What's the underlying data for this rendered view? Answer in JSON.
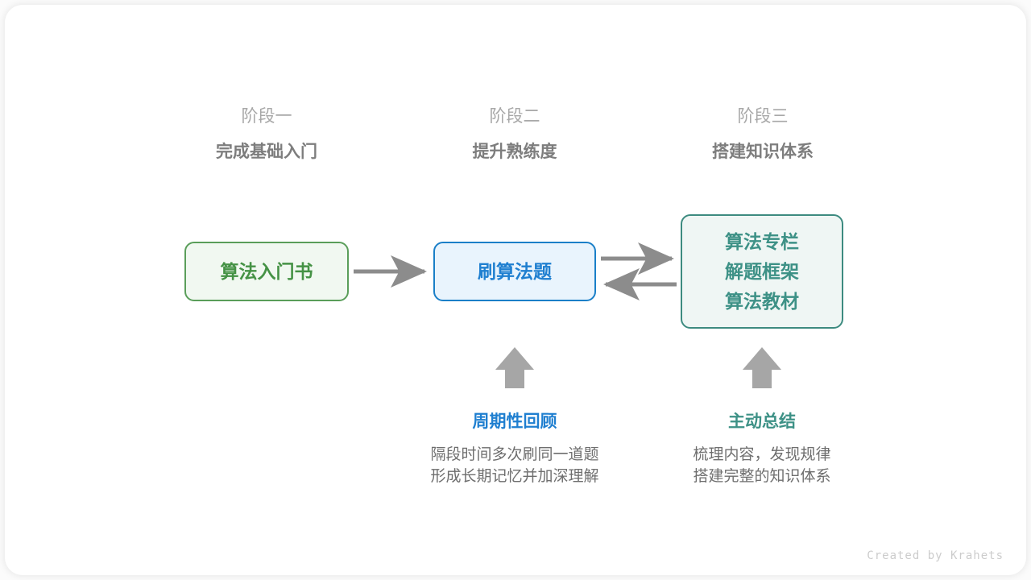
{
  "colors": {
    "green_border": "#5a9e5a",
    "green_fill": "#f1f8f1",
    "green_text": "#459245",
    "blue_border": "#1a7fc8",
    "blue_fill": "#e9f4fd",
    "blue_text": "#1f7fd0",
    "teal_border": "#3d8b80",
    "teal_fill": "#eff6f4",
    "teal_text": "#3d9186",
    "arrow_gray": "#8c8c8c",
    "heading_gray": "#7d7d7d",
    "subheading_gray": "#a8a8a8",
    "body_gray": "#6e6e6e",
    "watermark_gray": "#cccccc",
    "page_background": "#ffffff"
  },
  "stages": [
    {
      "index": "阶段一",
      "title": "完成基础入门"
    },
    {
      "index": "阶段二",
      "title": "提升熟练度"
    },
    {
      "index": "阶段三",
      "title": "搭建知识体系"
    }
  ],
  "nodes": {
    "book": {
      "lines": [
        "算法入门书"
      ]
    },
    "practice": {
      "lines": [
        "刷算法题"
      ]
    },
    "resources": {
      "lines": [
        "算法专栏",
        "解题框架",
        "算法教材"
      ]
    }
  },
  "annotations": [
    {
      "title": "周期性回顾",
      "desc_lines": [
        "隔段时间多次刷同一道题",
        "形成长期记忆并加深理解"
      ]
    },
    {
      "title": "主动总结",
      "desc_lines": [
        "梳理内容，发现规律",
        "搭建完整的知识体系"
      ]
    }
  ],
  "arrows": [
    {
      "name": "book-to-practice",
      "direction": "right"
    },
    {
      "name": "practice-to-resources",
      "direction": "right"
    },
    {
      "name": "resources-to-practice",
      "direction": "left"
    },
    {
      "name": "review-up-arrow",
      "direction": "up"
    },
    {
      "name": "summary-up-arrow",
      "direction": "up"
    }
  ],
  "footer": {
    "credit": "Created by Krahets"
  }
}
